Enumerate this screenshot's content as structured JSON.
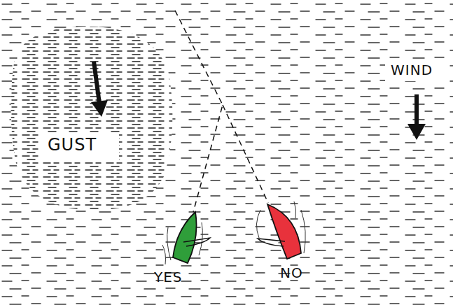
{
  "diagram": {
    "labels": [
      "GUST",
      "WIND",
      "YES",
      "NO"
    ]
  }
}
